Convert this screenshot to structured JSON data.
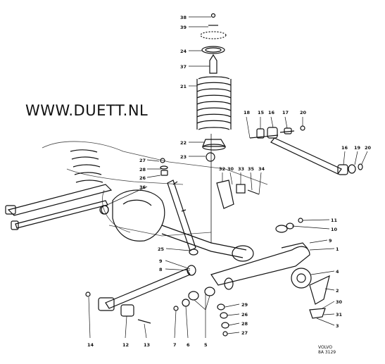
{
  "watermark": "WWW.DUETT.NL",
  "drawing_ref": [
    "VOLVO",
    "8A 3129"
  ],
  "callouts": [
    "38",
    "39",
    "24",
    "37",
    "21",
    "22",
    "23",
    "27",
    "28",
    "26",
    "36",
    "18",
    "15",
    "16",
    "17",
    "20",
    "19",
    "32",
    "30",
    "33",
    "35",
    "34",
    "11",
    "10",
    "9",
    "1",
    "4",
    "2",
    "30",
    "31",
    "3",
    "25",
    "9",
    "8",
    "14",
    "12",
    "13",
    "7",
    "6",
    "5",
    "29",
    "26",
    "28",
    "27"
  ]
}
